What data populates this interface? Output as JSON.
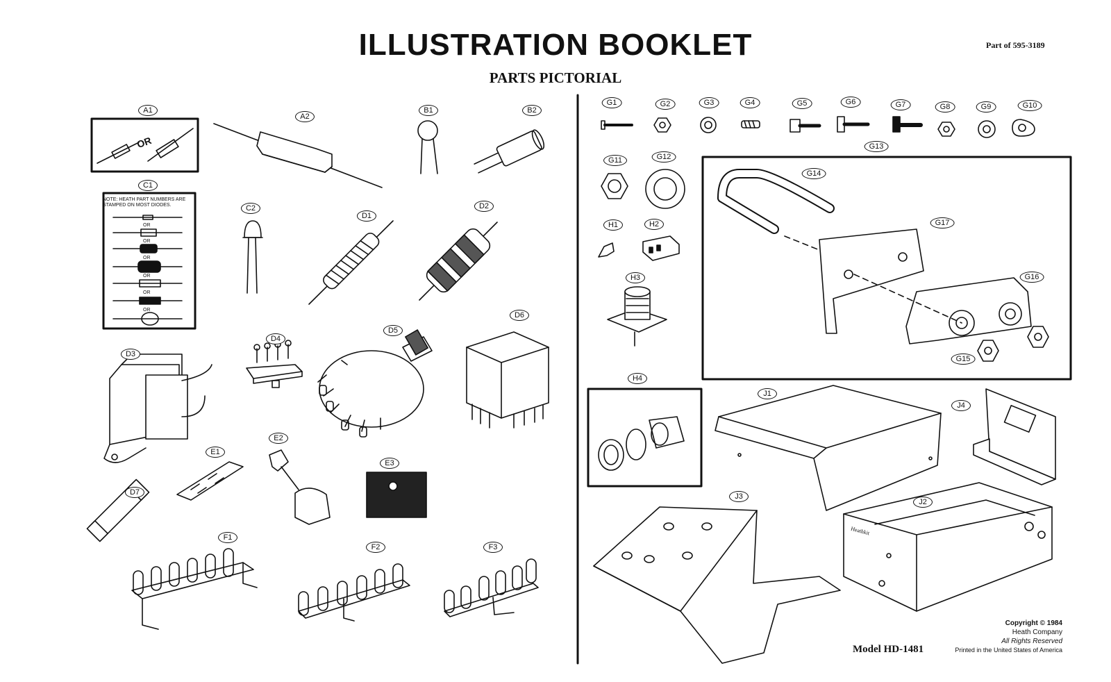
{
  "header": {
    "title": "ILLUSTRATION BOOKLET",
    "subtitle": "PARTS PICTORIAL",
    "part_of": "Part of 595-3189"
  },
  "footer": {
    "model": "Model HD-1481",
    "copyright": {
      "line1": "Copyright © 1984",
      "line2": "Heath Company",
      "line3": "All Rights Reserved",
      "line4": "Printed in the United States of America"
    }
  },
  "parts": {
    "A1": "A1",
    "A2": "A2",
    "B1": "B1",
    "B2": "B2",
    "C1": "C1",
    "C2": "C2",
    "D1": "D1",
    "D2": "D2",
    "D3": "D3",
    "D4": "D4",
    "D5": "D5",
    "D6": "D6",
    "D7": "D7",
    "E1": "E1",
    "E2": "E2",
    "E3": "E3",
    "F1": "F1",
    "F2": "F2",
    "F3": "F3",
    "G1": "G1",
    "G2": "G2",
    "G3": "G3",
    "G4": "G4",
    "G5": "G5",
    "G6": "G6",
    "G7": "G7",
    "G8": "G8",
    "G9": "G9",
    "G10": "G10",
    "G11": "G11",
    "G12": "G12",
    "G13": "G13",
    "G14": "G14",
    "G15": "G15",
    "G16": "G16",
    "G17": "G17",
    "H1": "H1",
    "H2": "H2",
    "H3": "H3",
    "H4": "H4",
    "J1": "J1",
    "J2": "J2",
    "J3": "J3",
    "J4": "J4"
  },
  "c1_note": "NOTE: HEATH PART NUMBERS ARE STAMPED ON MOST DIODES.",
  "or_text": "OR",
  "chassis_brand": "Heathkit"
}
